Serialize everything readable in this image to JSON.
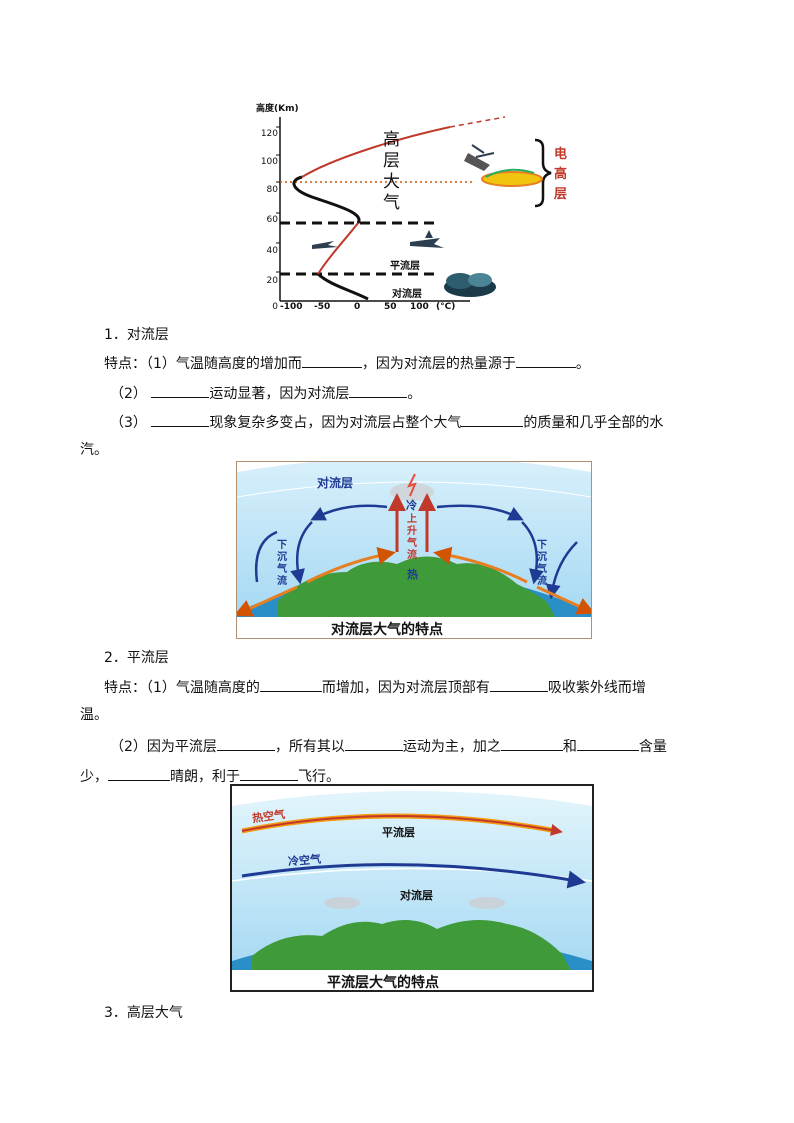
{
  "fig1": {
    "y_axis_label": "高度(Km)",
    "y_ticks": [
      "120",
      "100",
      "80",
      "60",
      "40",
      "20",
      "0"
    ],
    "x_ticks": [
      "-100",
      "-50",
      "0",
      "50",
      "100"
    ],
    "x_unit": "(°C)",
    "label_upper": "高层大气",
    "label_ionosphere": "电高层",
    "label_stratosphere": "平流层",
    "label_troposphere": "对流层"
  },
  "s1": {
    "heading": "1．对流层",
    "line1_a": "特点：（1）气温随高度的增加而",
    "line1_b": "，因为对流层的热量源于",
    "line1_c": "。",
    "line2_a": "（2）",
    "line2_b": "运动显著，因为对流层",
    "line2_c": "。",
    "line3_a": "（3）",
    "line3_b": "现象复杂多变占，因为对流层占整个大气",
    "line3_c": "的质量和几乎全部的水",
    "line4": "汽。"
  },
  "fig2": {
    "title": "对流层",
    "cold": "冷",
    "rising": "上升气流",
    "sinking_left": "下沉气流",
    "sinking_right": "下沉气流",
    "hot": "热",
    "caption": "对流层大气的特点"
  },
  "s2": {
    "heading": "2．平流层",
    "line1_a": "特点：（1）气温随高度的",
    "line1_b": "而增加，因为对流层顶部有",
    "line1_c": "吸收紫外线而增",
    "line2": "温。",
    "line3_a": "（2）因为平流层",
    "line3_b": "，所有其以",
    "line3_c": "运动为主，加之",
    "line3_d": "和",
    "line3_e": "含量",
    "line4_a": "少，",
    "line4_b": "晴朗，利于",
    "line4_c": "飞行。"
  },
  "fig3": {
    "hot_air": "热空气",
    "stratosphere": "平流层",
    "cold_air": "冷空气",
    "troposphere": "对流层",
    "caption": "平流层大气的特点"
  },
  "s3": {
    "heading": "3．高层大气"
  }
}
